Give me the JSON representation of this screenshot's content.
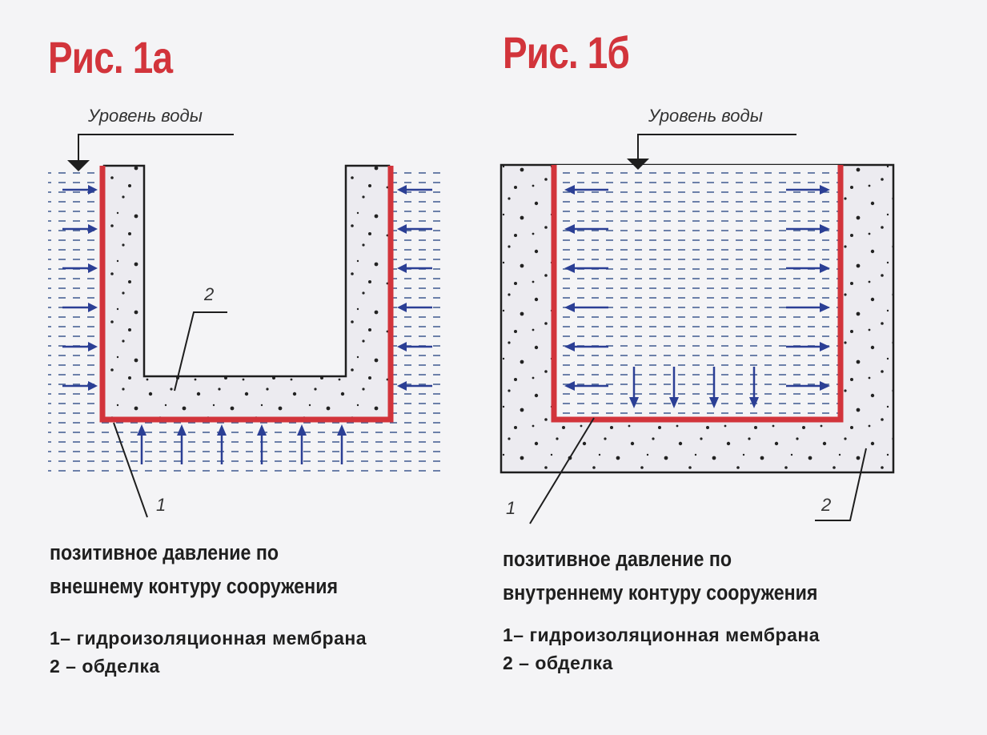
{
  "colors": {
    "title": "#d2343b",
    "membrane": "#d2343b",
    "water_dash": "#4a6296",
    "arrow": "#2b3f95",
    "concrete": "#ecebf0",
    "outline": "#1e1e1e"
  },
  "figures": [
    {
      "title": "Рис. 1а",
      "water_level_label": "Уровень воды",
      "callout_1": "1",
      "callout_2": "2",
      "caption_line1": "позитивное давление по",
      "caption_line2": "внешнему контуру сооружения",
      "legend_1": "1– гидроизоляционная  мембрана",
      "legend_2": "2 – обделка"
    },
    {
      "title": "Рис. 1б",
      "water_level_label": "Уровень воды",
      "callout_1": "1",
      "callout_2": "2",
      "caption_line1": "позитивное давление по",
      "caption_line2": "внутреннему контуру сооружения",
      "legend_1": "1– гидроизоляционная  мембрана",
      "legend_2": "2 – обделка"
    }
  ]
}
